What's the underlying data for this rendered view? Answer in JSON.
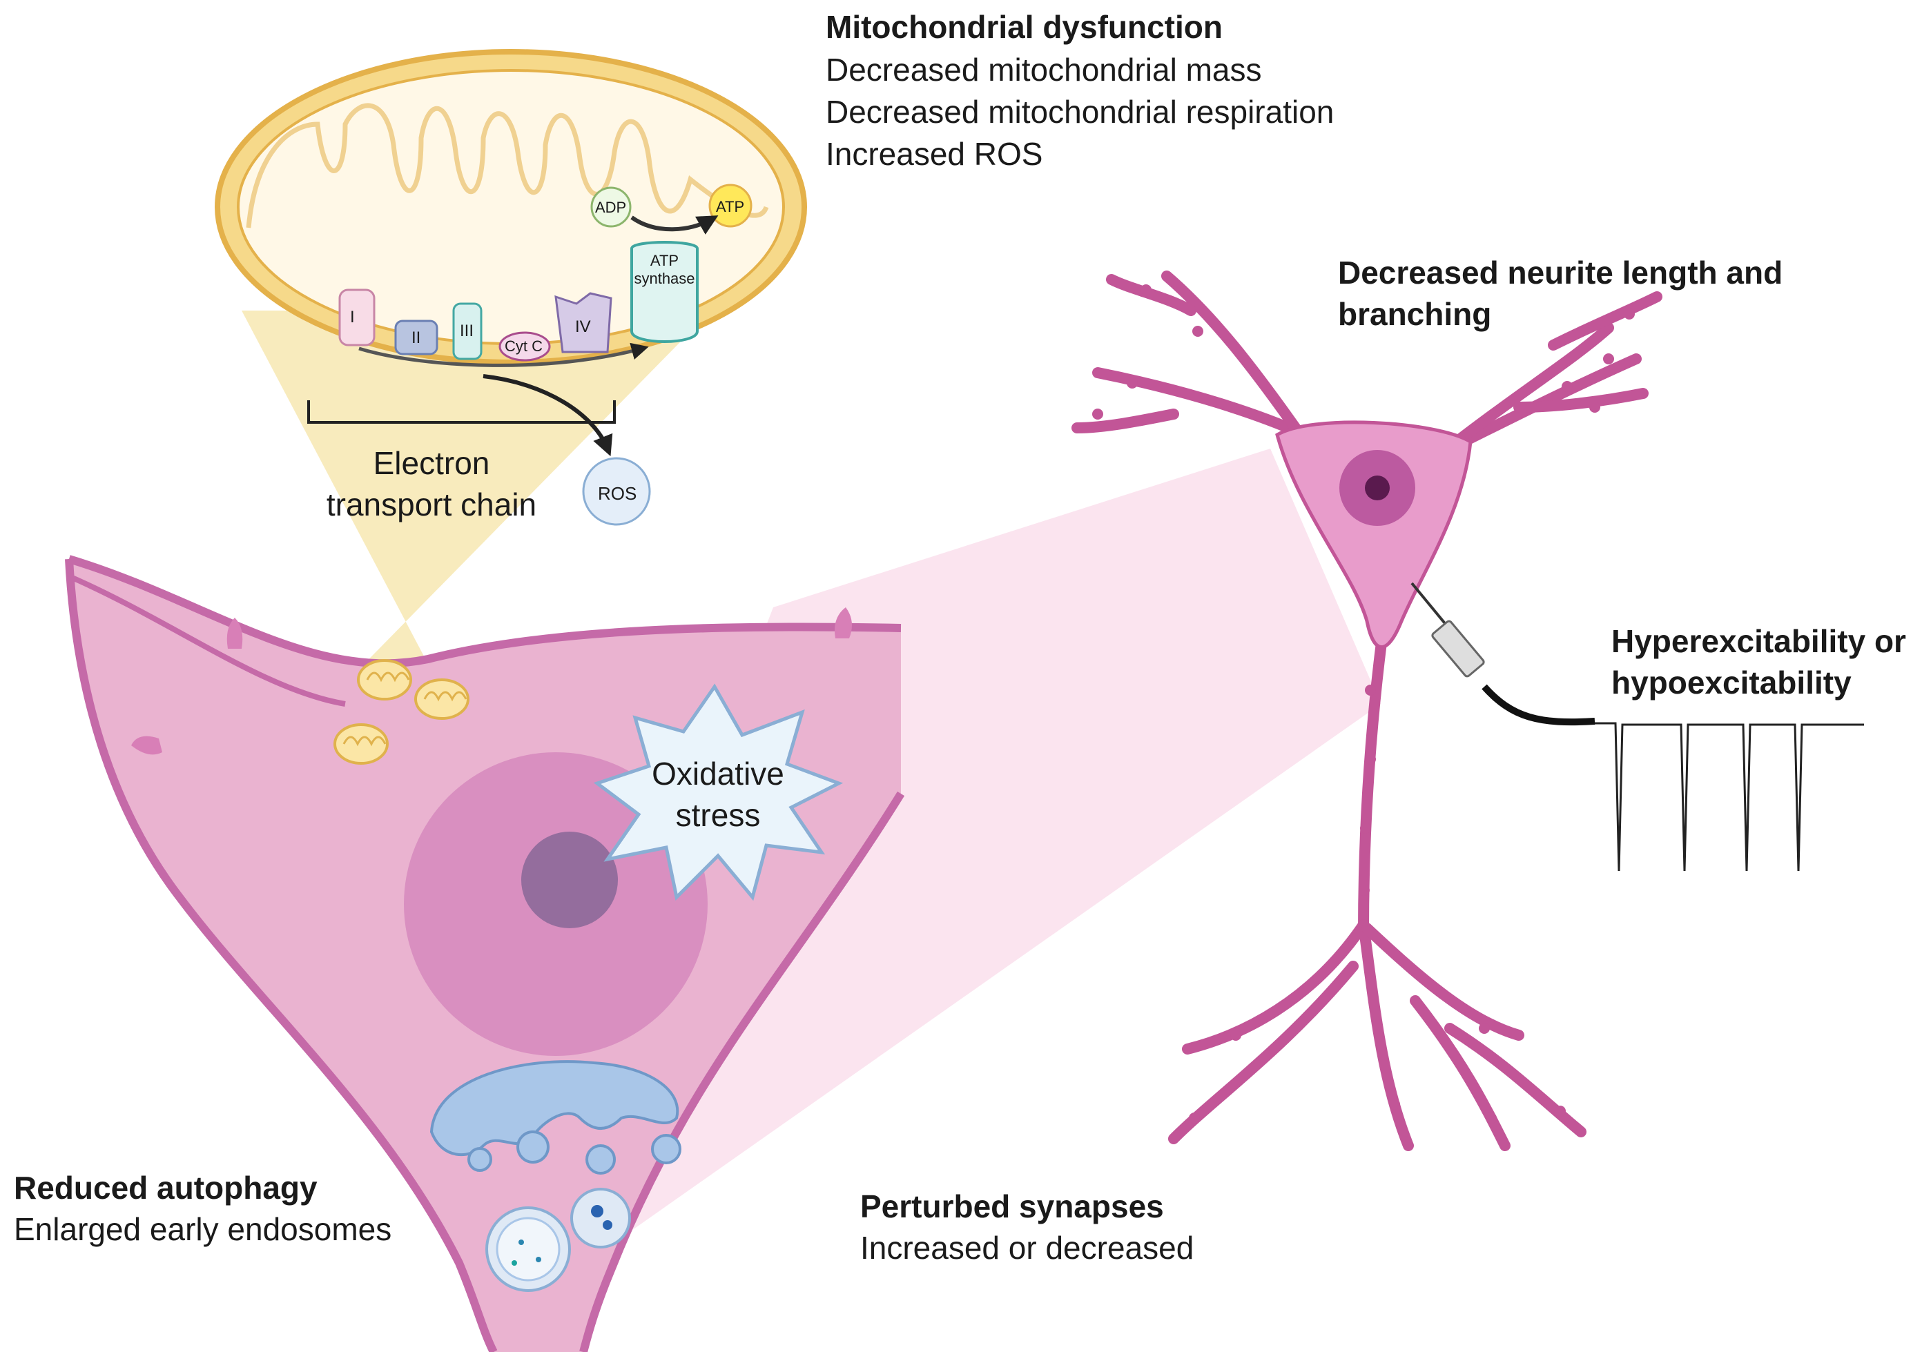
{
  "mito": {
    "heading": "Mitochondrial dysfunction",
    "items": [
      "Decreased mitochondrial mass",
      "Decreased mitochondrial respiration",
      "Increased ROS"
    ]
  },
  "etc": {
    "complex_1": "I",
    "complex_2": "II",
    "complex_3": "III",
    "cyt_c": "Cyt C",
    "complex_4": "IV",
    "atp_synthase_line1": "ATP",
    "atp_synthase_line2": "synthase",
    "adp": "ADP",
    "atp": "ATP",
    "ros": "ROS",
    "label_line1": "Electron",
    "label_line2": "transport chain"
  },
  "oxidative": {
    "line1": "Oxidative",
    "line2": "stress"
  },
  "neurite": {
    "line1": "Decreased neurite length and",
    "line2": "branching"
  },
  "excitability": {
    "line1": "Hyperexcitability or",
    "line2": "hypoexcitability"
  },
  "autophagy": {
    "heading": "Reduced autophagy",
    "detail": "Enlarged early endosomes"
  },
  "synapses": {
    "heading": "Perturbed synapses",
    "detail": "Increased or decreased"
  },
  "colors": {
    "soma_pink": "#e9a8cb",
    "membrane": "#c56aa8",
    "neuron": "#d66aad",
    "mito_outer": "#f6d98a",
    "mito_border": "#e4b14a",
    "zoom_yellow": "#f7e7b1",
    "zoom_pink": "#f9dbe9"
  }
}
